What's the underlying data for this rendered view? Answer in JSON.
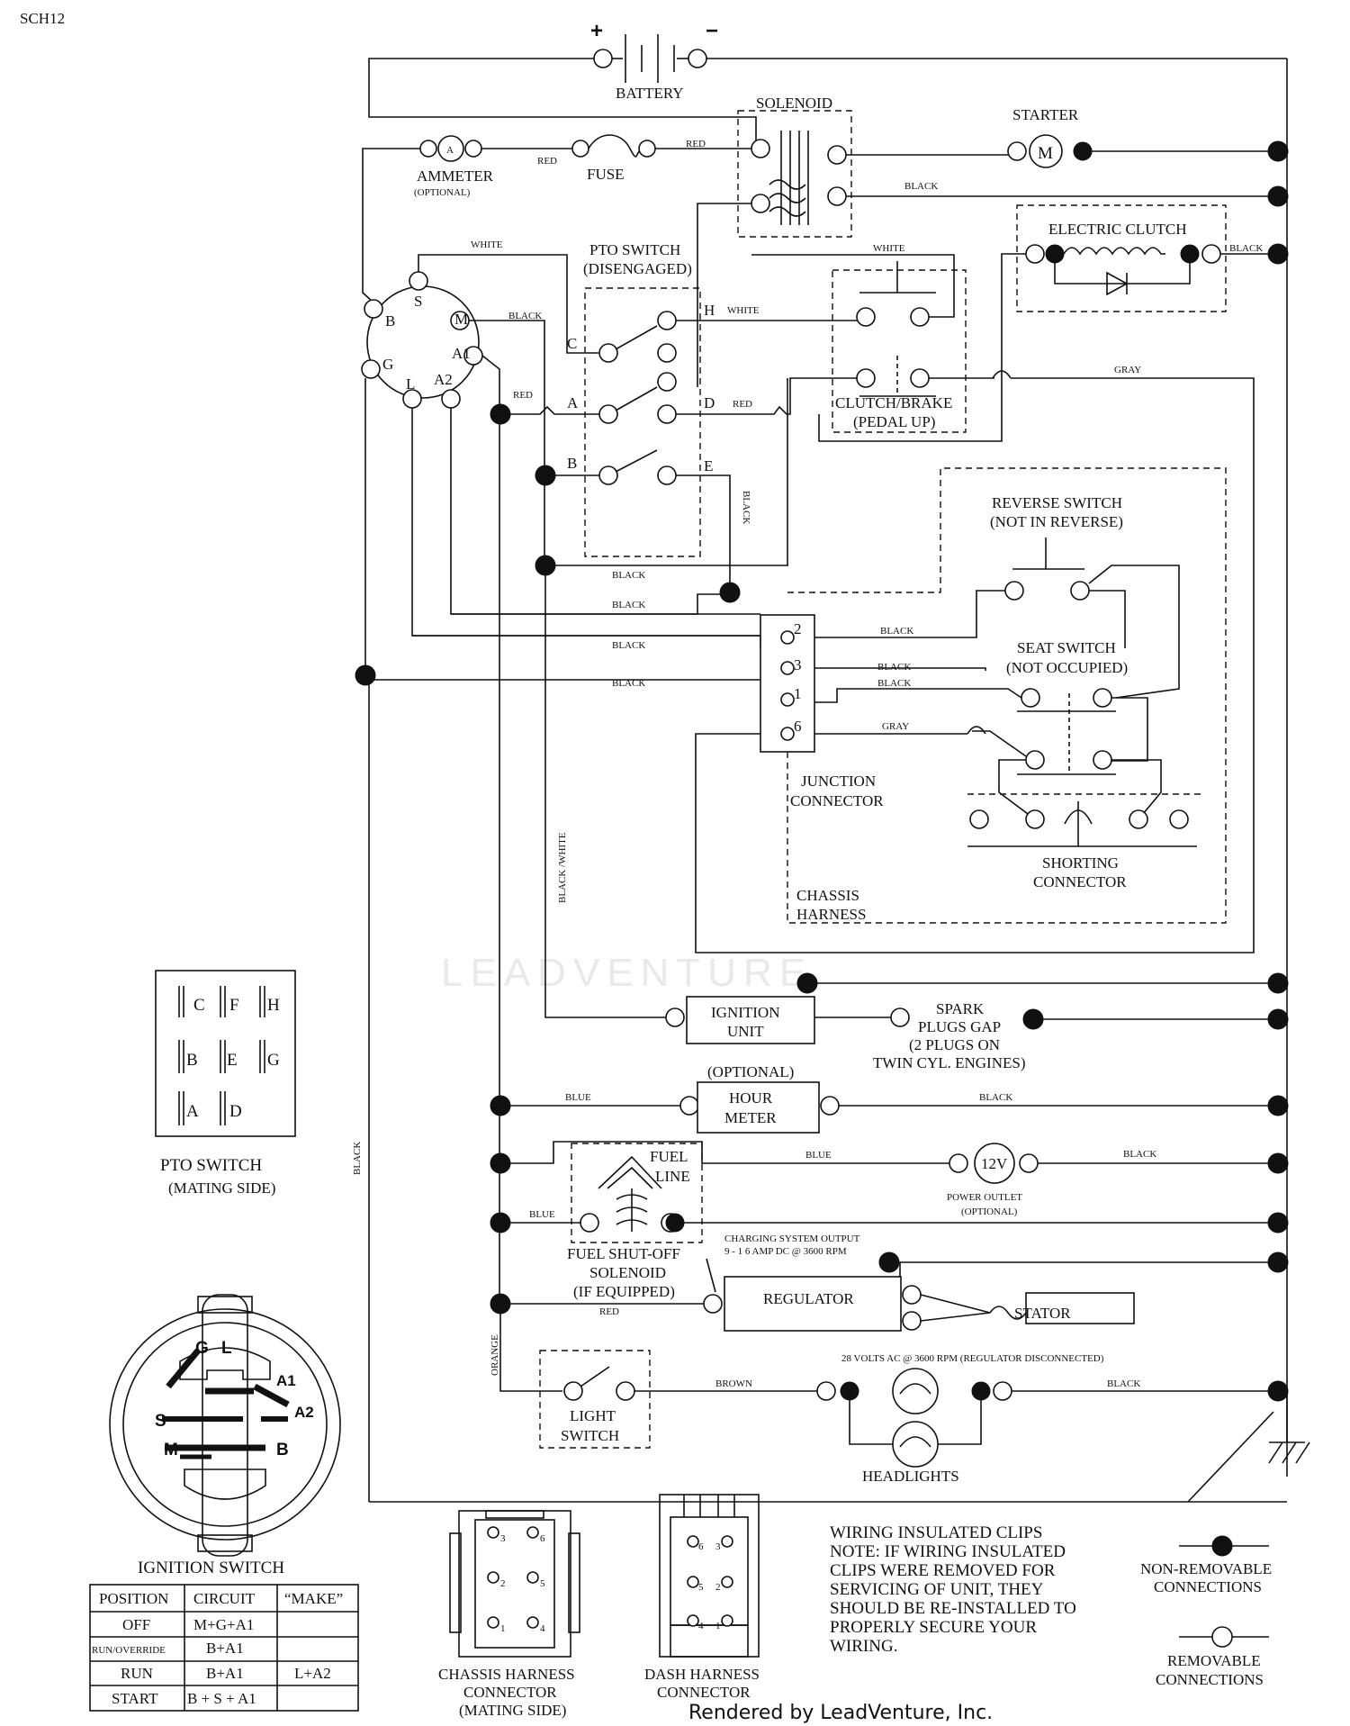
{
  "sheet_id": "SCH12",
  "watermark": "LEADVENTURE",
  "footer": "Rendered by LeadVenture, Inc.",
  "battery": {
    "label": "BATTERY",
    "plus": "+",
    "minus": "−"
  },
  "solenoid": {
    "label": "SOLENOID"
  },
  "starter": {
    "label": "STARTER",
    "symbol": "M"
  },
  "ammeter": {
    "label": "AMMETER",
    "note": "(OPTIONAL)",
    "symbol": "A"
  },
  "fuse": {
    "label": "FUSE"
  },
  "electric_clutch": {
    "label": "ELECTRIC CLUTCH"
  },
  "pto_switch": {
    "label": "PTO SWITCH",
    "state": "(DISENGAGED)",
    "terminals": [
      "C",
      "H",
      "A",
      "D",
      "B",
      "E"
    ]
  },
  "clutch_brake": {
    "label": "CLUTCH/BRAKE",
    "state": "(PEDAL UP)"
  },
  "ignition_terminals": [
    "S",
    "B",
    "M",
    "A1",
    "G",
    "L",
    "A2"
  ],
  "reverse_switch": {
    "label": "REVERSE SWITCH",
    "state": "(NOT IN REVERSE)"
  },
  "seat_switch": {
    "label": "SEAT SWITCH",
    "state": "(NOT OCCUPIED)"
  },
  "junction": {
    "label1": "JUNCTION",
    "label2": "CONNECTOR",
    "pins": [
      "2",
      "3",
      "1",
      "6"
    ]
  },
  "shorting": {
    "label1": "SHORTING",
    "label2": "CONNECTOR"
  },
  "chassis_harness": {
    "label1": "CHASSIS",
    "label2": "HARNESS"
  },
  "ignition_unit": {
    "label1": "IGNITION",
    "label2": "UNIT"
  },
  "spark_plugs": {
    "line1": "SPARK",
    "line2": "PLUGS GAP",
    "line3": "(2 PLUGS ON",
    "line4": "TWIN CYL. ENGINES)"
  },
  "hour_meter": {
    "optional": "(OPTIONAL)",
    "label1": "HOUR",
    "label2": "METER"
  },
  "fuel_line": {
    "label1": "FUEL",
    "label2": "LINE"
  },
  "power_outlet": {
    "symbol": "12V",
    "label": "POWER OUTLET",
    "note": "(OPTIONAL)"
  },
  "fuel_solenoid": {
    "label1": "FUEL SHUT-OFF",
    "label2": "SOLENOID",
    "label3": "(IF EQUIPPED)"
  },
  "charging": {
    "label1": "CHARGING SYSTEM OUTPUT",
    "label2": "9 - 1 6 AMP DC @ 3600 RPM"
  },
  "regulator": {
    "label": "REGULATOR"
  },
  "stator": {
    "label": "STATOR",
    "note": "28 VOLTS AC @ 3600 RPM (REGULATOR DISCONNECTED)"
  },
  "light_switch": {
    "label1": "LIGHT",
    "label2": "SWITCH"
  },
  "headlights": {
    "label": "HEADLIGHTS"
  },
  "wires": {
    "red": "RED",
    "black": "BLACK",
    "white": "WHITE",
    "gray": "GRAY",
    "blue": "BLUE",
    "brown": "BROWN",
    "orange": "ORANGE",
    "black_white": "BLACK /WHITE"
  },
  "pto_mating": {
    "title": "PTO SWITCH",
    "subtitle": "(MATING SIDE)",
    "cells": [
      "C",
      "F",
      "H",
      "B",
      "E",
      "G",
      "A",
      "D"
    ]
  },
  "ignition_switch": {
    "title": "IGNITION SWITCH",
    "face_letters": [
      "G",
      "L",
      "A1",
      "S",
      "A2",
      "M",
      "B"
    ],
    "table_headers": [
      "POSITION",
      "CIRCUIT",
      "“MAKE”"
    ],
    "table_rows": [
      [
        "OFF",
        "M+G+A1",
        ""
      ],
      [
        "RUN/OVERRIDE",
        "B+A1",
        ""
      ],
      [
        "RUN",
        "B+A1",
        "L+A2"
      ],
      [
        "START",
        "B + S + A1",
        ""
      ]
    ]
  },
  "chassis_conn": {
    "label1": "CHASSIS HARNESS",
    "label2": "CONNECTOR",
    "label3": "(MATING SIDE)",
    "pins": [
      "3",
      "6",
      "2",
      "5",
      "1",
      "4"
    ]
  },
  "dash_conn": {
    "label1": "DASH HARNESS",
    "label2": "CONNECTOR",
    "pins": [
      "6",
      "3",
      "5",
      "2",
      "4",
      "1"
    ]
  },
  "note": {
    "line1": "WIRING INSULATED CLIPS",
    "line2": "NOTE:  IF WIRING INSULATED",
    "line3": "CLIPS WERE REMOVED FOR",
    "line4": "SERVICING OF UNIT, THEY",
    "line5": "SHOULD BE RE-INSTALLED TO",
    "line6": "PROPERLY SECURE YOUR",
    "line7": "WIRING."
  },
  "legend": {
    "nonremovable1": "NON-REMOVABLE",
    "nonremovable2": "CONNECTIONS",
    "removable1": "REMOVABLE",
    "removable2": "CONNECTIONS"
  }
}
